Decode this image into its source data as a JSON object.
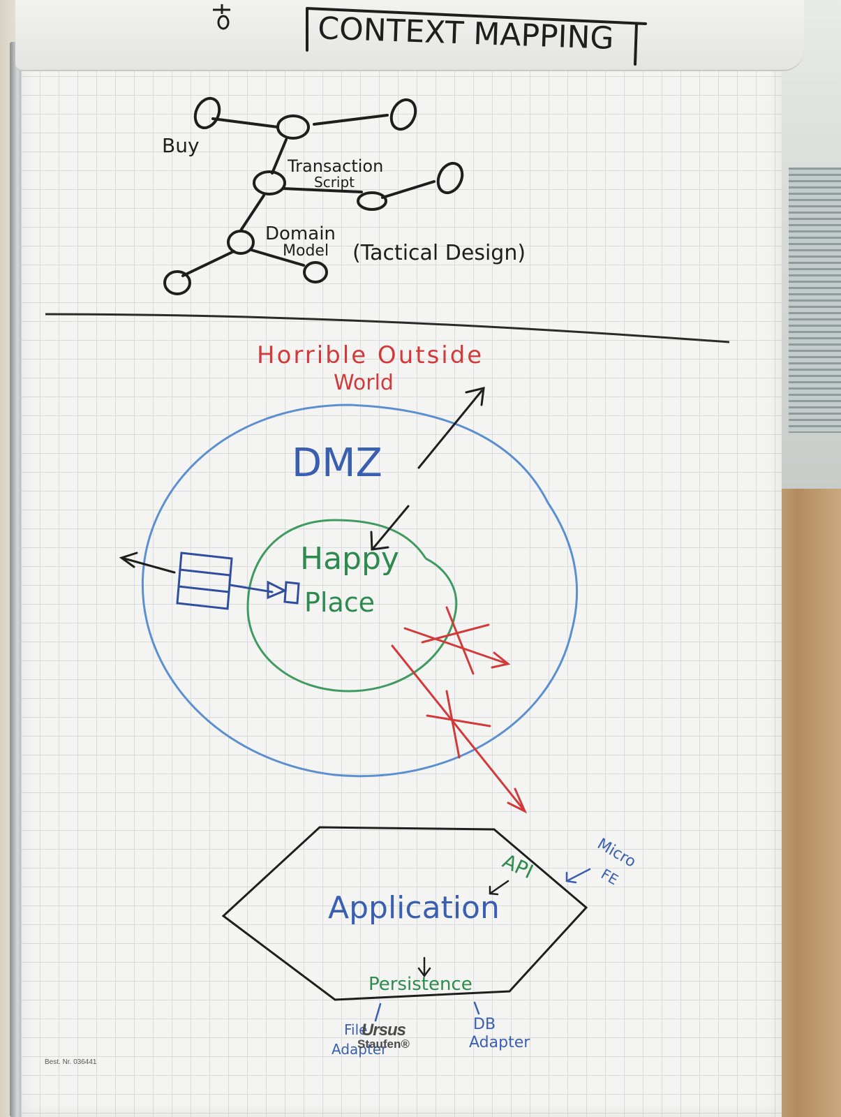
{
  "title": "CONTEXT MAPPING",
  "tree": {
    "buy": "Buy",
    "transaction_line1": "Transaction",
    "transaction_line2": "Script",
    "domain_line1": "Domain",
    "domain_line2": "Model",
    "tactical": "(Tactical Design)"
  },
  "layers": {
    "outside_line1": "Horrible Outside",
    "outside_line2": "World",
    "dmz": "DMZ",
    "happy_line1": "Happy",
    "happy_line2": "Place"
  },
  "hexagon": {
    "application": "Application",
    "api": "API",
    "micro_line1": "Micro",
    "micro_line2": "FE",
    "persistence": "Persistence",
    "file_line1": "File",
    "file_line2": "Adapter",
    "db_line1": "DB",
    "db_line2": "Adapter"
  },
  "paper": {
    "order_number": "Best. Nr. 036441",
    "brand_main": "Ursus",
    "brand_sub": "Staufen®"
  },
  "colors": {
    "black_marker": "#1e1e1e",
    "red_marker": "#d23a3a",
    "blue_marker": "#3a5fb0",
    "green_marker": "#2e8a4e",
    "lightblue_ring": "#5b8fd0",
    "green_ring": "#3f9a60"
  }
}
